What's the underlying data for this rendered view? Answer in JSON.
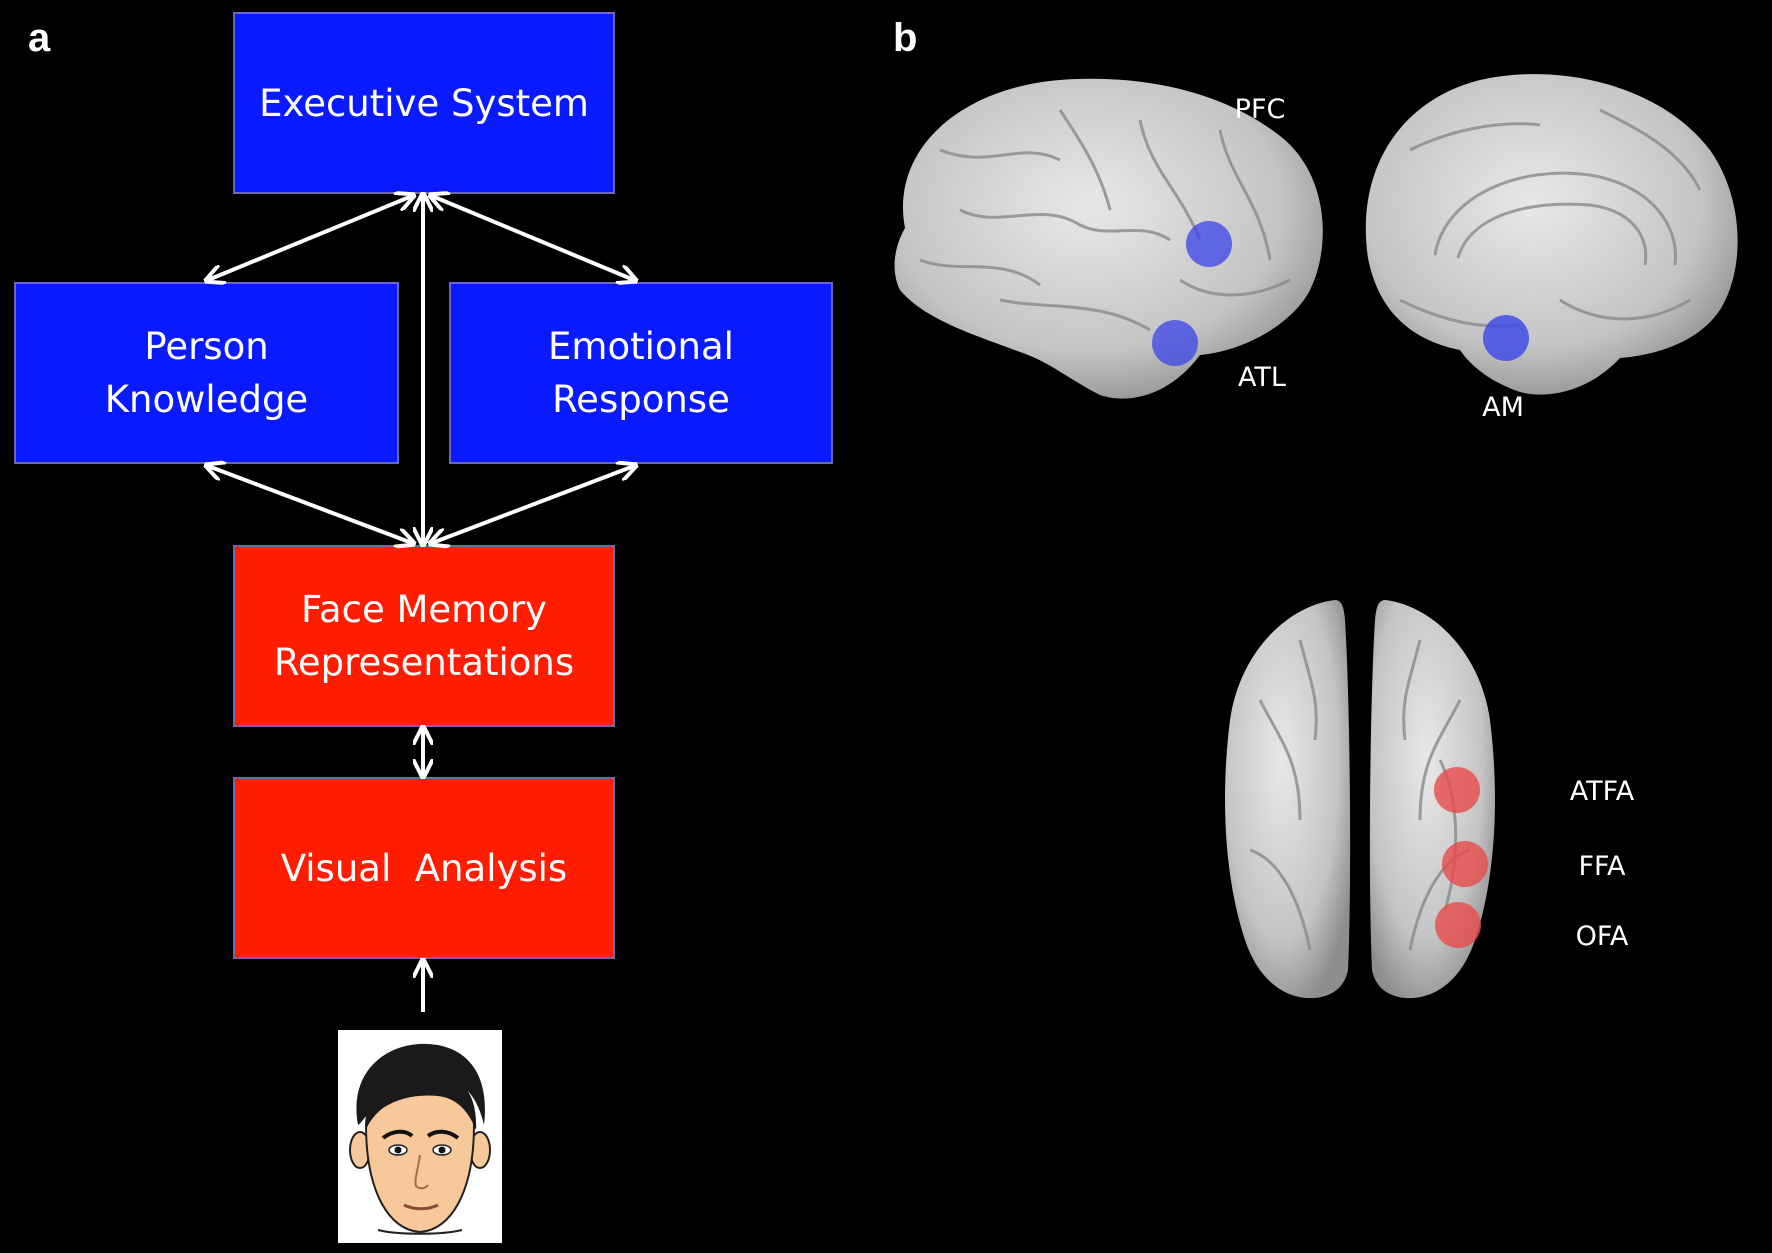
{
  "panels": {
    "a": "a",
    "b": "b"
  },
  "model": {
    "executive_system": [
      "Executive System"
    ],
    "person_knowledge": [
      "Person",
      "Knowledge"
    ],
    "emotional_response": [
      "Emotional",
      "Response"
    ],
    "face_memory": [
      "Face Memory",
      "Representations"
    ],
    "visual_analysis": [
      "Visual  Analysis"
    ]
  },
  "colors": {
    "extended_system": "#0a1aff",
    "core_system": "#ff1c00",
    "background": "#000000",
    "arrow": "#ffffff"
  },
  "brain_regions": {
    "lateral_view": [
      "PFC",
      "ATL"
    ],
    "medial_view": [
      "AM"
    ],
    "ventral_view": [
      "ATFA",
      "FFA",
      "OFA"
    ]
  },
  "icons": {
    "face": "face-cartoon-icon",
    "brain_lateral": "brain-lateral-icon",
    "brain_medial": "brain-medial-icon",
    "brain_ventral": "brain-ventral-icon"
  }
}
